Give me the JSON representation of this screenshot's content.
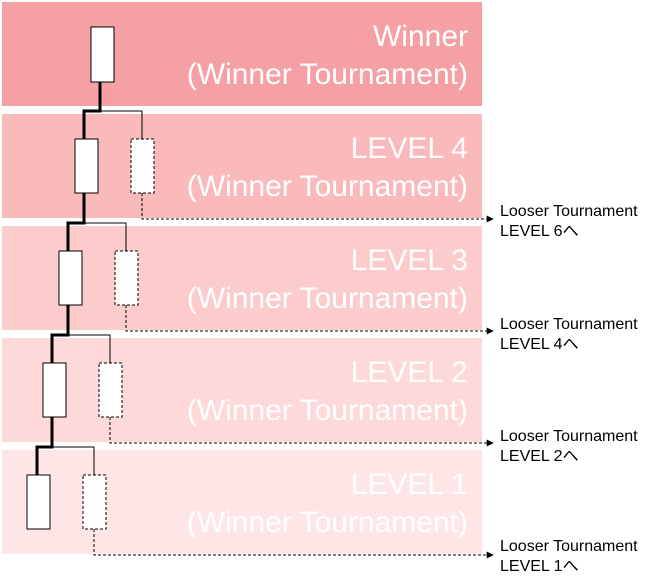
{
  "levels": [
    {
      "title": "Winner",
      "subtitle": "(Winner Tournament)"
    },
    {
      "title": "LEVEL 4",
      "subtitle": "(Winner Tournament)"
    },
    {
      "title": "LEVEL 3",
      "subtitle": "(Winner Tournament)"
    },
    {
      "title": "LEVEL 2",
      "subtitle": "(Winner Tournament)"
    },
    {
      "title": "LEVEL 1",
      "subtitle": "(Winner Tournament)"
    }
  ],
  "loosers": [
    {
      "line1": "Looser Tournament",
      "line2": "LEVEL 6へ"
    },
    {
      "line1": "Looser Tournament",
      "line2": "LEVEL 4へ"
    },
    {
      "line1": "Looser Tournament",
      "line2": "LEVEL 2へ"
    },
    {
      "line1": "Looser Tournament",
      "line2": "LEVEL 1へ"
    }
  ],
  "colors": {
    "band_winner": "#f5a0a4",
    "band_level4": "#fab9bb",
    "band_level3": "#fccccd",
    "band_level2": "#fdd9da",
    "band_level1": "#fee6e7"
  }
}
